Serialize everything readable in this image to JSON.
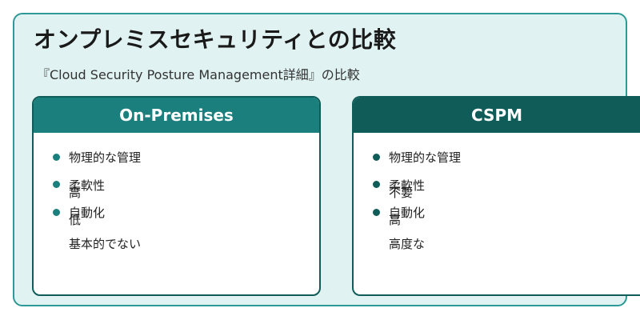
{
  "title": "オンプレミスセキュリティとの比較",
  "subtitle": "『Cloud Security Posture Management詳細』の比較",
  "colors": {
    "frame_bg": "#e0f3f2",
    "frame_border": "#2e9a97",
    "left_header": "#1b807d",
    "right_header": "#0f5c59"
  },
  "left": {
    "header": "On-Premises",
    "items": [
      {
        "text": "物理的な管理"
      },
      {
        "text": "柔軟性",
        "overlap": "高"
      },
      {
        "text": "自動化",
        "overlap": "低"
      }
    ],
    "extra": "基本的でない"
  },
  "right": {
    "header": "CSPM",
    "items": [
      {
        "text": "物理的な管理"
      },
      {
        "text": "柔軟性",
        "overlap": "不要"
      },
      {
        "text": "自動化",
        "overlap": "高"
      }
    ],
    "extra": "高度な"
  }
}
